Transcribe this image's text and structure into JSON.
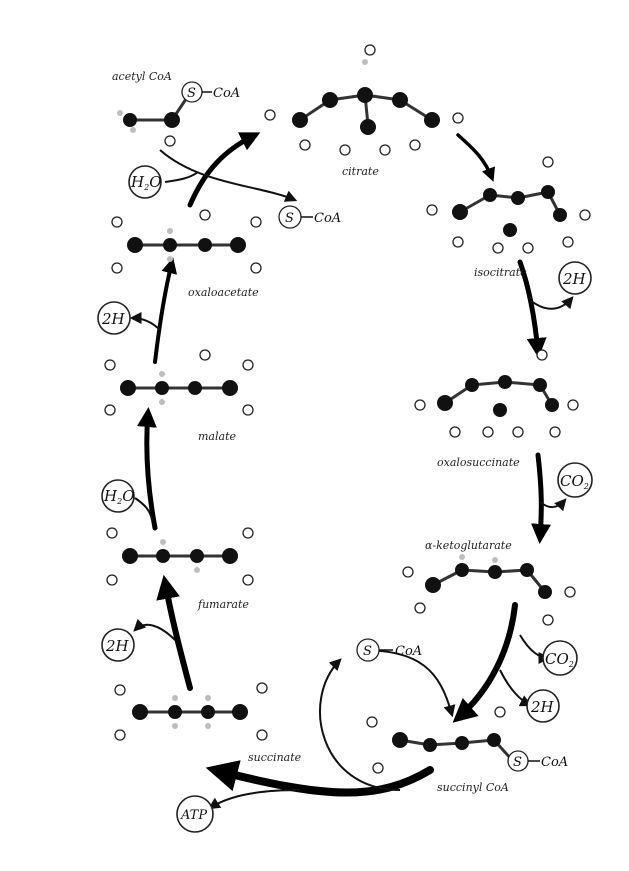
{
  "molecules": {
    "acetyl_coa": "acetyl CoA",
    "citrate": "citrate",
    "isocitrate": "isocitrate",
    "oxalosuccinate": "oxalosuccinate",
    "alpha_ketoglutarate": "α-ketoglutarate",
    "succinyl_coa": "succinyl CoA",
    "succinate": "succinate",
    "fumarate": "fumarate",
    "malate": "malate",
    "oxaloacetate": "oxaloacetate"
  },
  "byproducts": {
    "h2o": {
      "main": "H",
      "sub": "2",
      "tail": "O"
    },
    "two_h": "2H",
    "co2": {
      "main": "CO",
      "sub": "2"
    },
    "atp": "ATP",
    "sulfur": "S",
    "coa": "CoA"
  },
  "colors": {
    "carbon": "#111111",
    "hydrogen": "#bdbdbd",
    "oxygen": "#ffffff",
    "line": "#000000"
  }
}
